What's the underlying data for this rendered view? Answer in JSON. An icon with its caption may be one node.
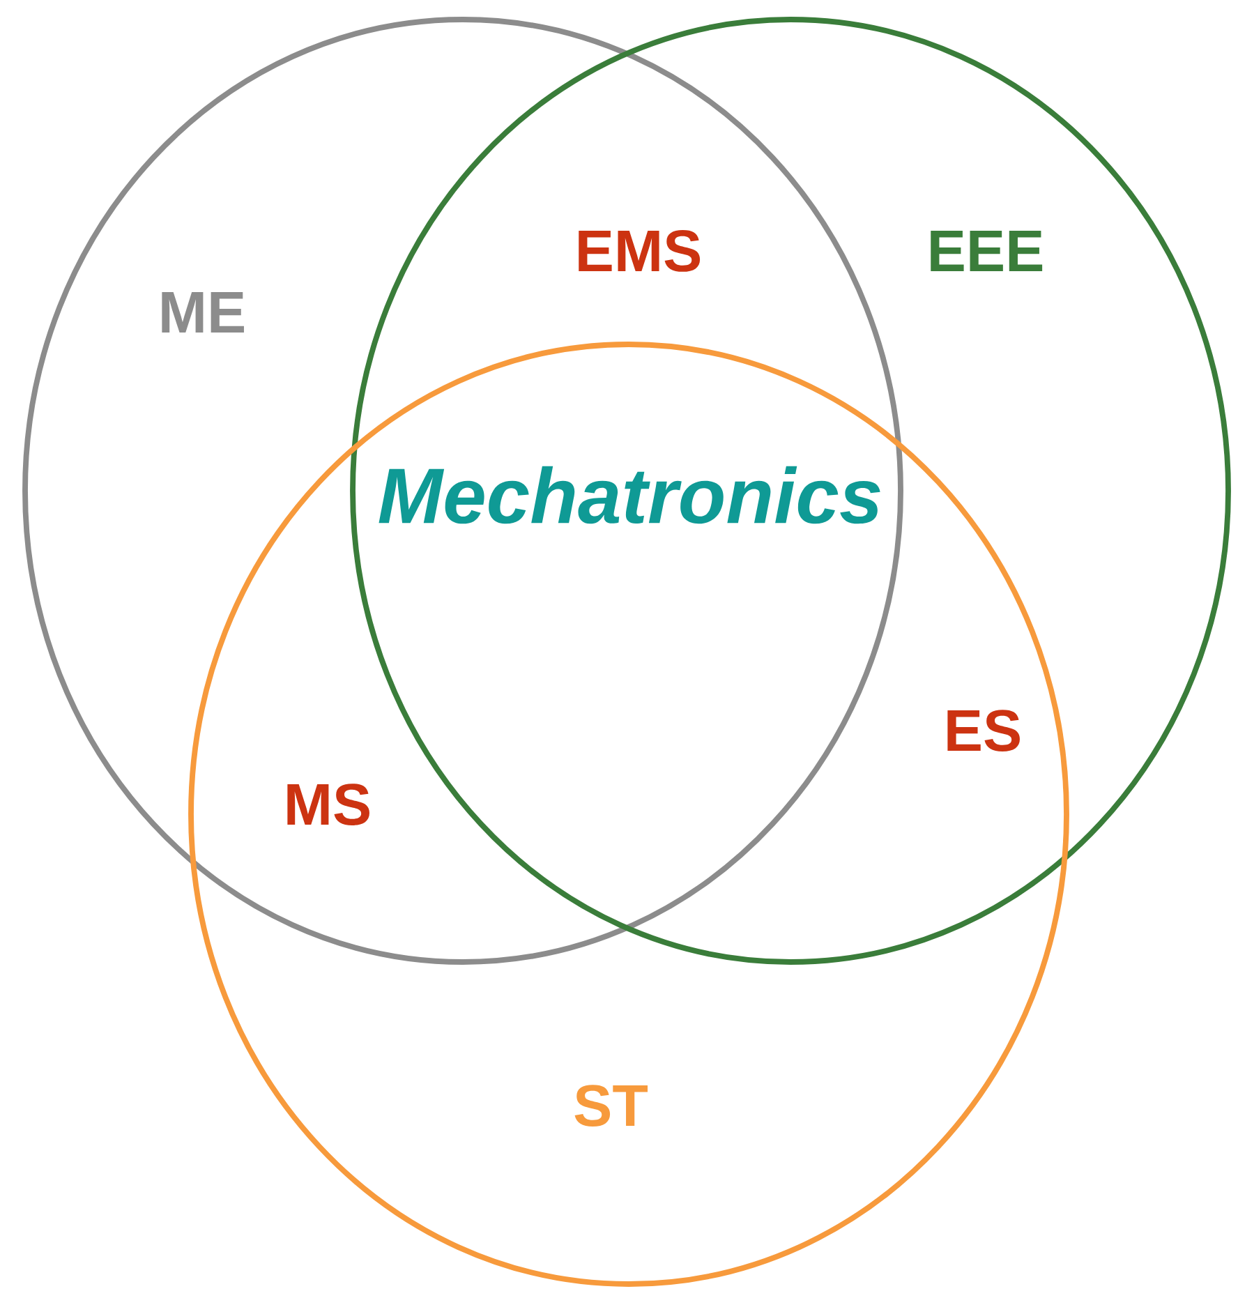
{
  "diagram": {
    "nodes": [
      {
        "text": [
          "ME"
        ]
      },
      {
        "text": [
          "EEE"
        ]
      },
      {
        "text": [
          "ST"
        ]
      }
    ],
    "labels": [
      "EMS",
      "Mechatronics",
      "MS",
      "ES"
    ]
  }
}
